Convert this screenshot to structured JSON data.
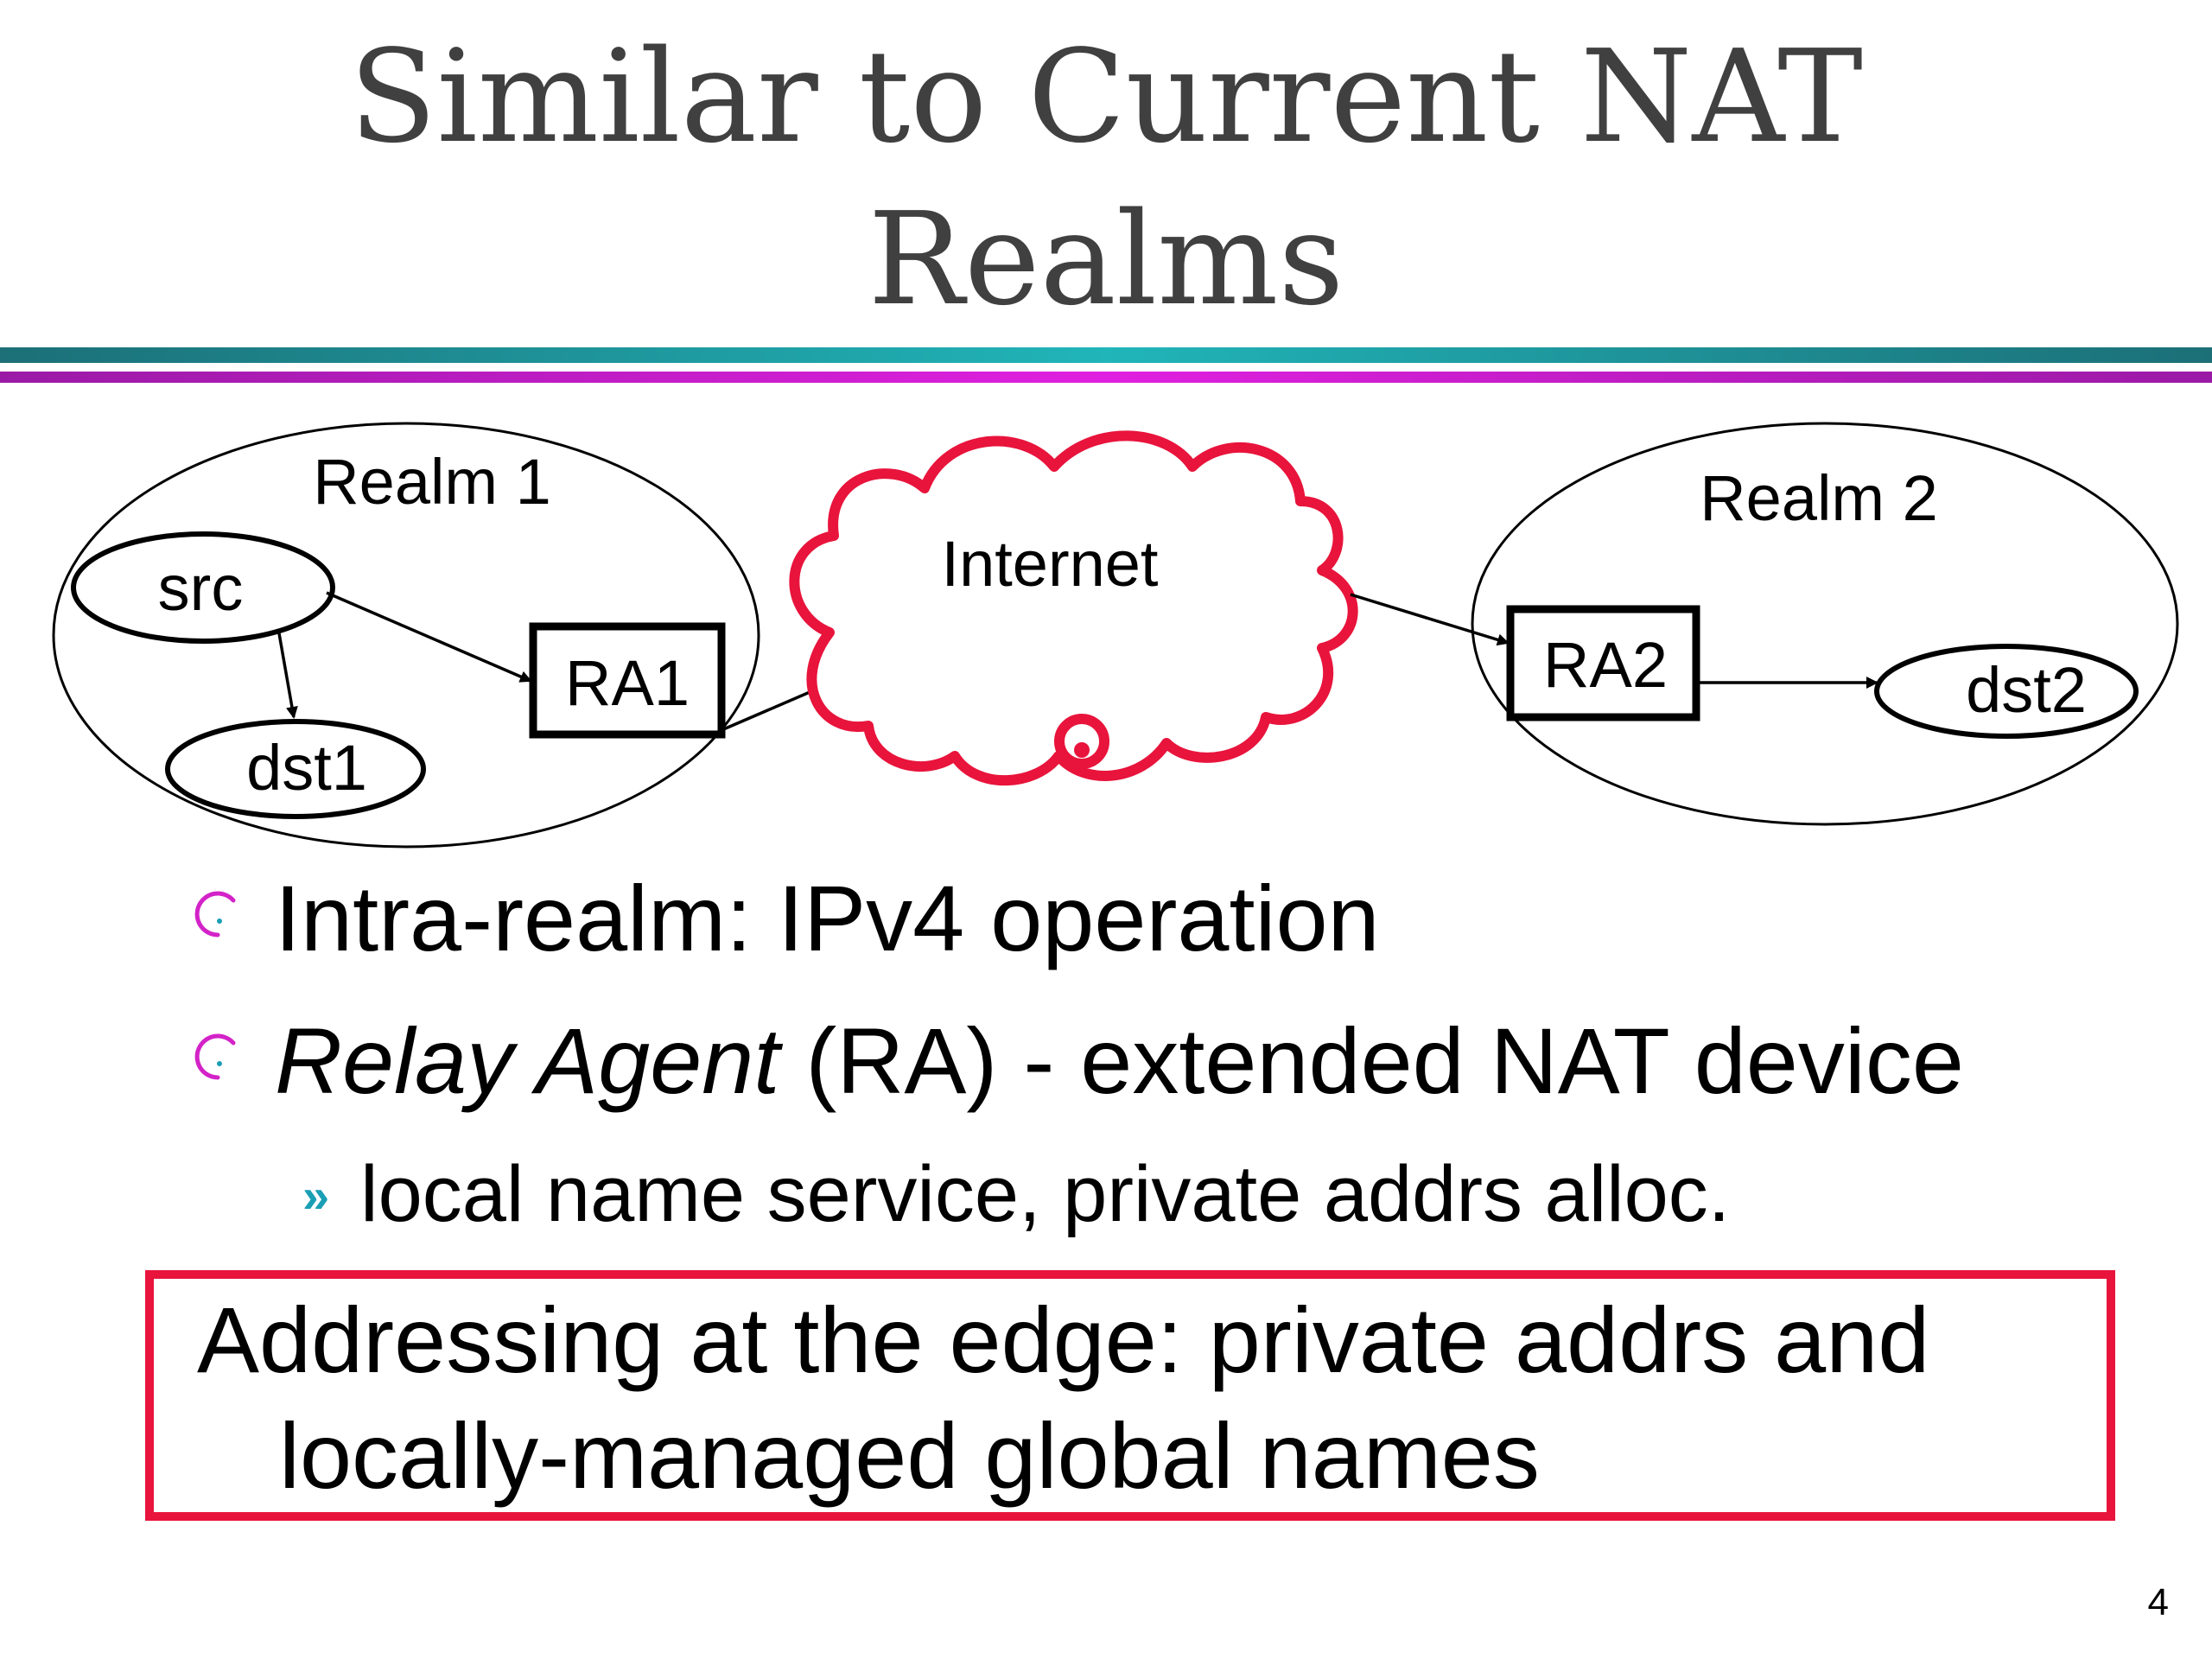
{
  "slide": {
    "title_line1": "Similar to Current NAT",
    "title_line2": "Realms",
    "page_number": "4"
  },
  "colors": {
    "title": "#404040",
    "rule_teal": "#1c8d93",
    "rule_magenta": "#c21ac9",
    "cloud": "#e8143c",
    "callout_border": "#e8143c",
    "sub_bullet": "#1a9fb5",
    "bullet_arc": "#d323c8"
  },
  "diagram": {
    "realm1_label": "Realm 1",
    "realm2_label": "Realm 2",
    "src_label": "src",
    "dst1_label": "dst1",
    "ra1_label": "RA1",
    "internet_label": "Internet",
    "ra2_label": "RA2",
    "dst2_label": "dst2"
  },
  "bullets": [
    {
      "text": "Intra-realm: IPv4 operation"
    },
    {
      "italic_text": "Relay Agent",
      "text": " (RA) - extended NAT device"
    }
  ],
  "sub_bullets": [
    {
      "text": "local name service, private addrs alloc."
    }
  ],
  "callout": {
    "line1": "Addressing at the edge: private addrs and",
    "line2": "locally-managed global names"
  }
}
